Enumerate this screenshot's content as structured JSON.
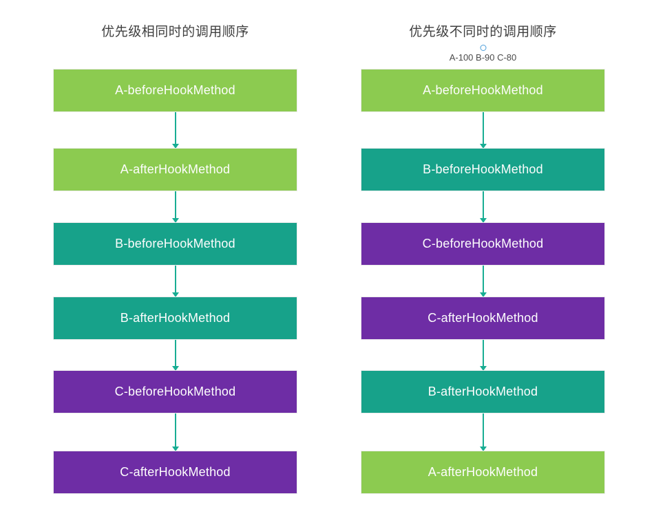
{
  "colors": {
    "background": "#ffffff",
    "green": "#8ccb50",
    "teal": "#17a28a",
    "purple": "#6e2da5",
    "arrow": "#18ad93",
    "box_text": "#fdfdfd",
    "box_border": "#ececec",
    "title_text": "#3f3f3f",
    "note_text": "#4a4a4a",
    "circle_border": "#4d9ed9"
  },
  "columns": [
    {
      "title": "优先级相同时的调用顺序",
      "boxes": [
        {
          "label": "A-beforeHookMethod",
          "color": "green"
        },
        {
          "label": "A-afterHookMethod",
          "color": "green"
        },
        {
          "label": "B-beforeHookMethod",
          "color": "teal"
        },
        {
          "label": "B-afterHookMethod",
          "color": "teal"
        },
        {
          "label": "C-beforeHookMethod",
          "color": "purple"
        },
        {
          "label": "C-afterHookMethod",
          "color": "purple"
        }
      ]
    },
    {
      "title": "优先级不同时的调用顺序",
      "priority_note": "A-100 B-90 C-80",
      "boxes": [
        {
          "label": "A-beforeHookMethod",
          "color": "green"
        },
        {
          "label": "B-beforeHookMethod",
          "color": "teal"
        },
        {
          "label": "C-beforeHookMethod",
          "color": "purple"
        },
        {
          "label": "C-afterHookMethod",
          "color": "purple"
        },
        {
          "label": "B-afterHookMethod",
          "color": "teal"
        },
        {
          "label": "A-afterHookMethod",
          "color": "green"
        }
      ]
    }
  ]
}
